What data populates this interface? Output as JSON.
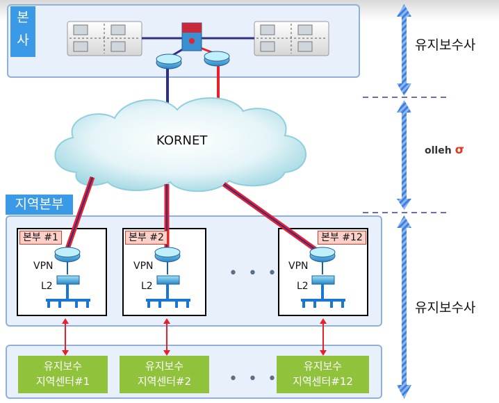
{
  "hq": {
    "label": "본\n사"
  },
  "cloud": {
    "label": "KORNET"
  },
  "region": {
    "label": "지역본부"
  },
  "branches": [
    {
      "tag": "본부 #1",
      "vpn": "VPN",
      "l2": "L2"
    },
    {
      "tag": "본부 #2",
      "vpn": "VPN",
      "l2": "L2"
    },
    {
      "tag": "본부 #12",
      "vpn": "VPN",
      "l2": "L2"
    }
  ],
  "centers": [
    {
      "label": "유지보수\n지역센터#1"
    },
    {
      "label": "유지보수\n지역센터#2"
    },
    {
      "label": "유지보수\n지역센터#12"
    }
  ],
  "ellipsis": "• • •",
  "right": {
    "top_label": "유지보수사",
    "bottom_label": "유지보수사",
    "provider": "olleh",
    "provider_mark": "σ"
  },
  "colors": {
    "panel_bg": "#e8f0fb",
    "label_blue": "#3b9ae8",
    "link_red": "#e8202a",
    "link_navy": "#2e2e8c",
    "center_green": "#90c23c",
    "arrow_blue": "#4f8de8"
  }
}
